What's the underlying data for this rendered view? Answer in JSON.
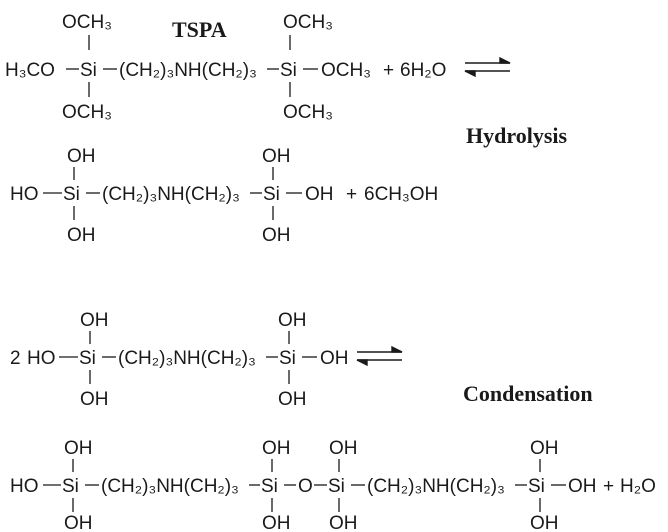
{
  "labels": {
    "tspa": "TSPA",
    "hydrolysis": "Hydrolysis",
    "condensation": "Condensation"
  },
  "reaction1": {
    "left_end": "H₃CO",
    "top_1": "OCH₃",
    "bottom_1": "OCH₃",
    "chain": "(CH₂)₃NH(CH₂)₃",
    "top_2": "OCH₃",
    "bottom_2": "OCH₃",
    "right_end": "OCH₃",
    "plus": "+",
    "reagent": "6H₂O"
  },
  "reaction2": {
    "left_end": "HO",
    "top_1": "OH",
    "bottom_1": "OH",
    "chain": "(CH₂)₃NH(CH₂)₃",
    "top_2": "OH",
    "bottom_2": "OH",
    "right_end": "OH",
    "plus": "+",
    "product": "6CH₃OH"
  },
  "reaction3": {
    "coefficient": "2",
    "left_end": "HO",
    "top_1": "OH",
    "bottom_1": "OH",
    "chain": "(CH₂)₃NH(CH₂)₃",
    "top_2": "OH",
    "bottom_2": "OH",
    "right_end": "OH"
  },
  "reaction4": {
    "left_end": "HO",
    "top_1": "OH",
    "bottom_1": "OH",
    "chain_1": "(CH₂)₃NH(CH₂)₃",
    "top_2": "OH",
    "bottom_2": "OH",
    "bridge": "O",
    "top_3": "OH",
    "bottom_3": "OH",
    "chain_2": "(CH₂)₃NH(CH₂)₃",
    "top_4": "OH",
    "bottom_4": "OH",
    "right_end": "OH",
    "plus": "+",
    "product": "H₂O"
  },
  "atom": "Si"
}
